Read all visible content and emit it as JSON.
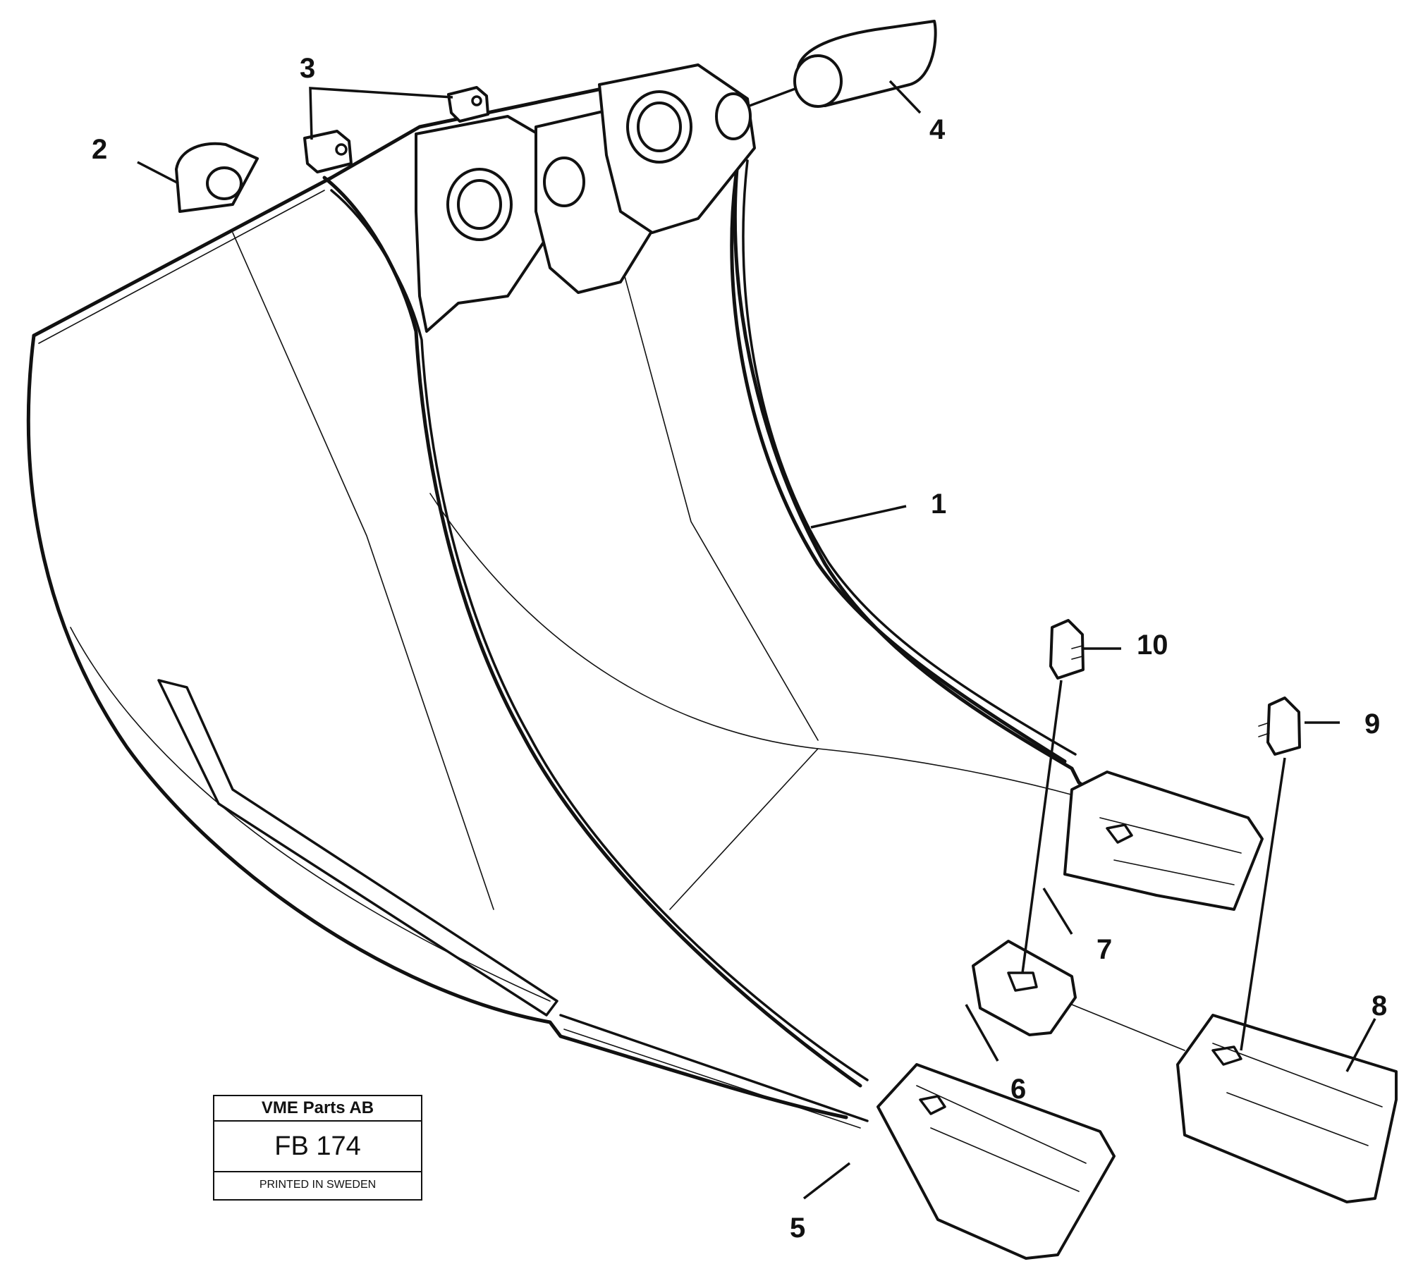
{
  "callouts": {
    "c1": "1",
    "c2": "2",
    "c3": "3",
    "c4": "4",
    "c5": "5",
    "c6": "6",
    "c7": "7",
    "c8": "8",
    "c9": "9",
    "c10": "10"
  },
  "stamp": {
    "company": "VME Parts AB",
    "code": "FB 174",
    "printed": "PRINTED IN SWEDEN"
  }
}
